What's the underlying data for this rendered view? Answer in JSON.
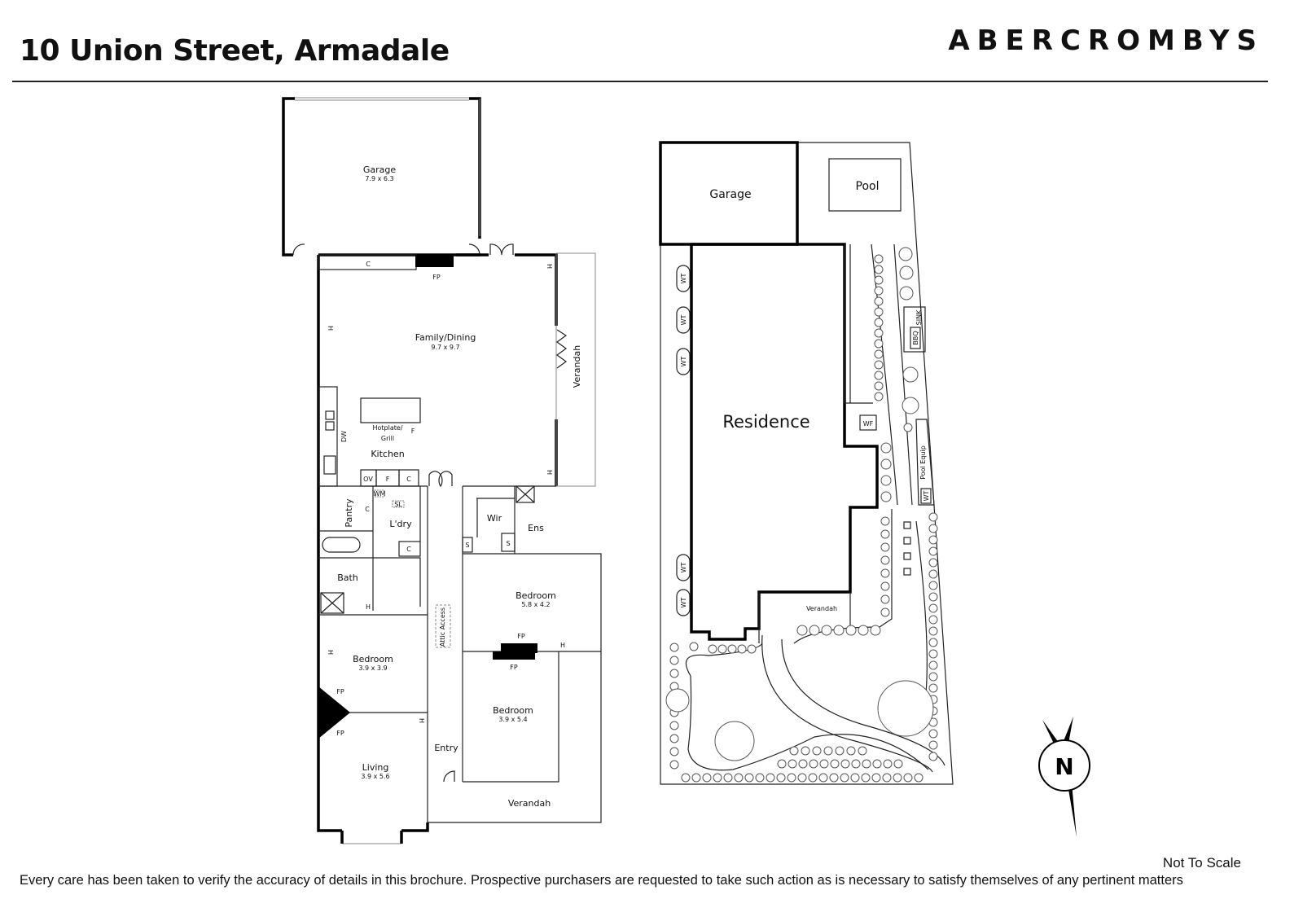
{
  "header": {
    "address": "10 Union Street, Armadale",
    "brand": "ABERCROMBYS"
  },
  "floor_plan": {
    "garage": {
      "name": "Garage",
      "size": "7.9 x 6.3"
    },
    "family_dining": {
      "name": "Family/Dining",
      "size": "9.7 x 9.7"
    },
    "kitchen": {
      "name": "Kitchen",
      "hotplate": "Hotplate/",
      "grill": "Grill"
    },
    "verandah_side": "Verandah",
    "verandah_front": "Verandah",
    "pantry": "Pantry",
    "laundry": "L'dry",
    "wir": "Wir",
    "ens": "Ens",
    "bath": "Bath",
    "bedroom_main": {
      "name": "Bedroom",
      "size": "5.8 x 4.2"
    },
    "bedroom_2": {
      "name": "Bedroom",
      "size": "3.9 x 3.9"
    },
    "bedroom_3": {
      "name": "Bedroom",
      "size": "3.9 x 5.4"
    },
    "living": {
      "name": "Living",
      "size": "3.9 x 5.6"
    },
    "entry": "Entry",
    "attic": "Attic Access",
    "codes": {
      "C": "C",
      "FP": "FP",
      "H": "H",
      "DW": "DW",
      "F": "F",
      "OV": "OV",
      "S": "S",
      "WM": "WM",
      "SL": "SL"
    }
  },
  "site_plan": {
    "garage": "Garage",
    "pool": "Pool",
    "residence": "Residence",
    "verandah": "Verandah",
    "bbq": "BBQ",
    "sink": "SINK",
    "wf": "WF",
    "pool_equip": "Pool Equip",
    "wt": "WT"
  },
  "compass": {
    "label": "N"
  },
  "footer": {
    "not_to_scale": "Not To Scale",
    "disclaimer": "Every care has been taken to verify the accuracy of details in this brochure. Prospective purchasers are requested to take such action as is necessary to satisfy themselves of any pertinent matters"
  }
}
